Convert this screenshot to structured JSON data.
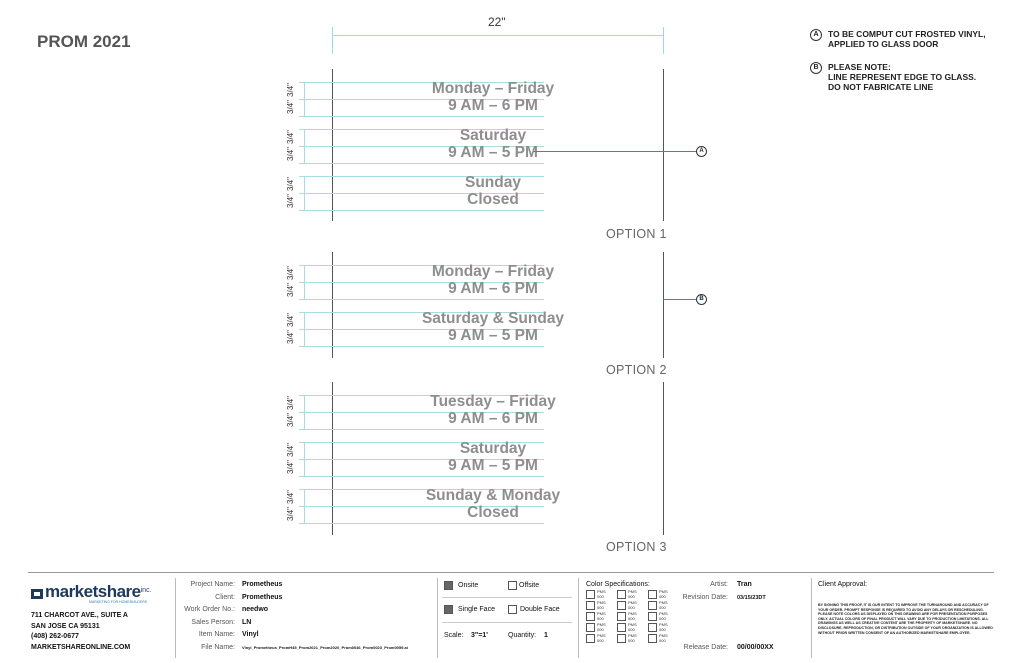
{
  "title": "PROM 2021",
  "dimension": "22\"",
  "notes": {
    "a_marker": "A",
    "a_line1": "TO BE COMPUT CUT FROSTED VINYL,",
    "a_line2": "APPLIED TO GLASS DOOR",
    "b_marker": "B",
    "b_line1": "PLEASE NOTE:",
    "b_line2": "LINE REPRESENT EDGE TO GLASS.",
    "b_line3": "DO NOT FABRICATE LINE"
  },
  "measure": "3/4\"",
  "options": [
    {
      "label": "OPTION 1",
      "lines": [
        "Monday – Friday",
        "9 AM – 6 PM",
        "Saturday",
        "9 AM – 5 PM",
        "Sunday",
        "Closed"
      ]
    },
    {
      "label": "OPTION 2",
      "lines": [
        "Monday – Friday",
        "9 AM – 6 PM",
        "Saturday & Sunday",
        "9 AM – 5 PM"
      ]
    },
    {
      "label": "OPTION 3",
      "lines": [
        "Tuesday – Friday",
        "9 AM – 6 PM",
        "Saturday",
        "9 AM – 5 PM",
        "Sunday & Monday",
        "Closed"
      ]
    }
  ],
  "titleblock": {
    "logo_main": "marketshare",
    "logo_inc": "inc.",
    "logo_tag": "MARKETING FOR HOMEBUILDERS",
    "address1": "711 CHARCOT AVE., SUITE A",
    "address2": "SAN JOSE CA 95131",
    "phone": "(408) 262-0677",
    "web": "MARKETSHAREONLINE.COM",
    "project_label": "Project Name:",
    "project": "Prometheus",
    "client_label": "Client:",
    "client": "Prometheus",
    "wo_label": "Work Order No.:",
    "wo": "needwo",
    "sales_label": "Sales Person:",
    "sales": "LN",
    "item_label": "Item Name:",
    "item": "Vinyl",
    "file_label": "File Name:",
    "file": "Vinyl_Prometheus_PromH45_Prom2021_Prom2020_Prom0046_Prom0023_Prom0059.ai",
    "onsite": "Onsite",
    "offsite": "Offsite",
    "single": "Single Face",
    "double": "Double Face",
    "scale_label": "Scale:",
    "scale": "3\"=1'",
    "qty_label": "Quantity:",
    "qty": "1",
    "color_label": "Color Specifications:",
    "pms": "PMS",
    "pms_num": "000",
    "artist_label": "Artist:",
    "artist": "Tran",
    "revision_label": "Revision Date:",
    "revision": "03/15/23DT",
    "release_label": "Release Date:",
    "release": "00/00/00XX",
    "approval_label": "Client Approval:",
    "approval_text": "BY SIGNING THIS PROOF, IT IS OUR INTENT TO IMPROVE THE TURNAROUND AND ACCURACY OF YOUR ORDER. PROMPT RESPONSE IS REQUIRED TO AVOID ANY DELAYS OR RESCHEDULING. PLEASE NOTE COLORS AS DISPLAYED ON THIS DRAWING ARE FOR PRESENTATION PURPOSES ONLY. ACTUAL COLORS OF FINAL PRODUCT WILL VARY DUE TO PRODUCTION LIMITATIONS. ALL DRAWINGS AS WELL AS CREATIVE CONTENT ARE THE PROPERTY OF MARKETSHARE. NO DISCLOSURE, REPRODUCTION, OR DISTRIBUTION OUTSIDE OF YOUR ORGANIZATION IS ALLOWED WITHOUT PRIOR WRITTEN CONSENT OF AN AUTHORIZED MARKETSHARE EMPLOYEE."
  }
}
